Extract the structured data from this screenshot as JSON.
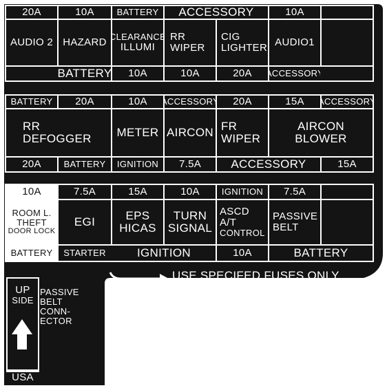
{
  "colors": {
    "panel": "#141414",
    "line": "#ffffff",
    "background": "#ffffff"
  },
  "block1": {
    "top": [
      "20A",
      "10A",
      "BATTERY",
      "ACCESSORY",
      "10A"
    ],
    "mid": [
      [
        "AUDIO 2"
      ],
      [
        "HAZARD"
      ],
      [
        "CLEARANCE",
        "ILLUMI"
      ],
      [
        "RR",
        "WIPER"
      ],
      [
        "CIG",
        "LIGHTER"
      ],
      [
        "AUDIO1"
      ],
      [
        ""
      ]
    ],
    "bot": [
      "BATTERY",
      "10A",
      "10A",
      "20A",
      "ACCESSORY"
    ]
  },
  "block2": {
    "top": [
      "BATTERY",
      "20A",
      "10A",
      "ACCESSORY",
      "20A",
      "15A",
      "ACCESSORY"
    ],
    "mid": [
      [
        "RR",
        "DEFOGGER"
      ],
      [
        "METER"
      ],
      [
        "AIRCON"
      ],
      [
        "FR",
        "WIPER"
      ],
      [
        "AIRCON",
        "BLOWER"
      ]
    ],
    "bot": [
      "20A",
      "BATTERY",
      "IGNITION",
      "7.5A",
      "ACCESSORY",
      "15A"
    ]
  },
  "block3": {
    "top": [
      "10A",
      "7.5A",
      "15A",
      "10A",
      "IGNITION",
      "7.5A"
    ],
    "mid": [
      [
        "ROOM L.",
        "THEFT",
        "DOOR LOCK"
      ],
      [
        "EGI"
      ],
      [
        "EPS",
        "HICAS"
      ],
      [
        "TURN",
        "SIGNAL"
      ],
      [
        "ASCD",
        "A/T",
        "CONTROL"
      ],
      [
        "PASSIVE",
        "BELT"
      ],
      [
        ""
      ]
    ],
    "bot": [
      "BATTERY",
      "STARTER",
      "IGNITION",
      "10A",
      "BATTERY"
    ]
  },
  "notice": "USE SPECIFED FUSES ONLY",
  "lower": {
    "up_side": [
      "UP",
      "SIDE"
    ],
    "passive_connector": [
      "PASSIVE",
      "BELT",
      "CONN-",
      "ECTOR"
    ],
    "usa": "USA",
    "arrow_icon": "up-arrow-icon"
  }
}
